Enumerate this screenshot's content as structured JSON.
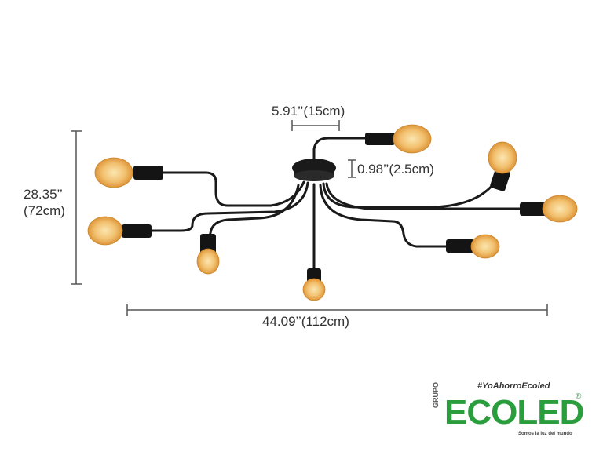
{
  "dimensions": {
    "height_inch": "28.35’’",
    "height_cm": "(72cm)",
    "width": "44.09’’(112cm)",
    "top_spacing": "5.91’’(15cm)",
    "canopy_height": "0.98’’(2.5cm)"
  },
  "brand": {
    "tagline": "#YoAhorroEcoled",
    "prefix": "GRUPO",
    "name": "ECOLED",
    "slogan": "Somos la luz del mundo",
    "registered": "®",
    "color": "#2a9d3c"
  },
  "colors": {
    "arm": "#1a1a1a",
    "bulb_glass": "#f2c170",
    "bulb_center": "#d98a2a",
    "dimension_line": "#555555"
  }
}
